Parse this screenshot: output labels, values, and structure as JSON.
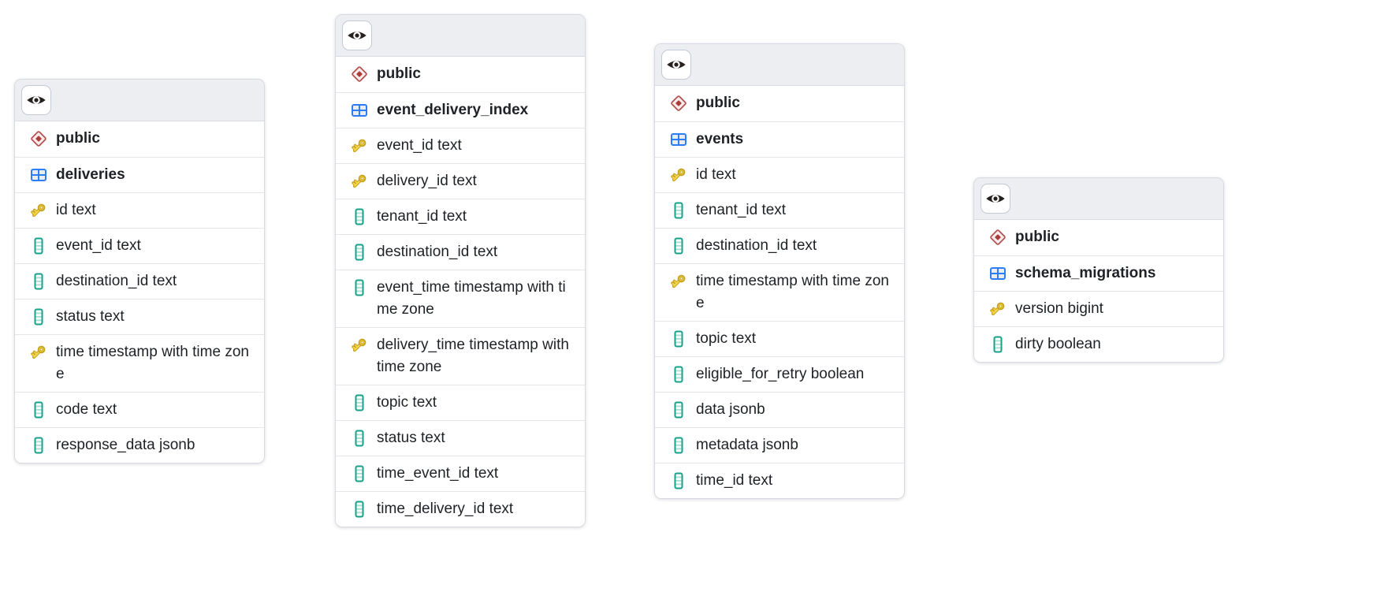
{
  "colors": {
    "header_bg": "#edeef2",
    "card_border": "#d7dae0",
    "row_divider": "#e4e5e9",
    "text": "#1e2126",
    "eye_icon": "#26211f",
    "schema_icon_stroke": "#b35352",
    "schema_icon_fill": "#f8ecec",
    "schema_icon_core": "#ac3b39",
    "table_icon_stroke": "#2e7cf6",
    "table_icon_fill": "#e9ecf1",
    "key_icon_fill": "#f6d84a",
    "key_icon_stroke": "#c7a322",
    "column_icon_stroke": "#17a189",
    "column_icon_stripe": "#a5ddd0"
  },
  "tables": [
    {
      "name": "deliveries",
      "rows": [
        {
          "type": "schema",
          "icon": "schema-diamond-icon",
          "label": "public"
        },
        {
          "type": "table",
          "icon": "table-grid-icon",
          "label": "deliveries"
        },
        {
          "type": "column",
          "icon": "primary-key-icon",
          "label": "id text"
        },
        {
          "type": "column",
          "icon": "column-icon",
          "label": "event_id text"
        },
        {
          "type": "column",
          "icon": "column-icon",
          "label": "destination_id text"
        },
        {
          "type": "column",
          "icon": "column-icon",
          "label": "status text"
        },
        {
          "type": "column",
          "icon": "primary-key-icon",
          "label": "time timestamp with time zone"
        },
        {
          "type": "column",
          "icon": "column-icon",
          "label": "code text"
        },
        {
          "type": "column",
          "icon": "column-icon",
          "label": "response_data jsonb"
        }
      ]
    },
    {
      "name": "event_delivery_index",
      "rows": [
        {
          "type": "schema",
          "icon": "schema-diamond-icon",
          "label": "public"
        },
        {
          "type": "table",
          "icon": "table-grid-icon",
          "label": "event_delivery_index"
        },
        {
          "type": "column",
          "icon": "primary-key-icon",
          "label": "event_id text"
        },
        {
          "type": "column",
          "icon": "primary-key-icon",
          "label": "delivery_id text"
        },
        {
          "type": "column",
          "icon": "column-icon",
          "label": "tenant_id text"
        },
        {
          "type": "column",
          "icon": "column-icon",
          "label": "destination_id text"
        },
        {
          "type": "column",
          "icon": "column-icon",
          "label": "event_time timestamp with time zone"
        },
        {
          "type": "column",
          "icon": "primary-key-icon",
          "label": "delivery_time timestamp with time zone"
        },
        {
          "type": "column",
          "icon": "column-icon",
          "label": "topic text"
        },
        {
          "type": "column",
          "icon": "column-icon",
          "label": "status text"
        },
        {
          "type": "column",
          "icon": "column-icon",
          "label": "time_event_id text"
        },
        {
          "type": "column",
          "icon": "column-icon",
          "label": "time_delivery_id text"
        }
      ]
    },
    {
      "name": "events",
      "rows": [
        {
          "type": "schema",
          "icon": "schema-diamond-icon",
          "label": "public"
        },
        {
          "type": "table",
          "icon": "table-grid-icon",
          "label": "events"
        },
        {
          "type": "column",
          "icon": "primary-key-icon",
          "label": "id text"
        },
        {
          "type": "column",
          "icon": "column-icon",
          "label": "tenant_id text"
        },
        {
          "type": "column",
          "icon": "column-icon",
          "label": "destination_id text"
        },
        {
          "type": "column",
          "icon": "primary-key-icon",
          "label": "time timestamp with time zone"
        },
        {
          "type": "column",
          "icon": "column-icon",
          "label": "topic text"
        },
        {
          "type": "column",
          "icon": "column-icon",
          "label": "eligible_for_retry boolean"
        },
        {
          "type": "column",
          "icon": "column-icon",
          "label": "data jsonb"
        },
        {
          "type": "column",
          "icon": "column-icon",
          "label": "metadata jsonb"
        },
        {
          "type": "column",
          "icon": "column-icon",
          "label": "time_id text"
        }
      ]
    },
    {
      "name": "schema_migrations",
      "rows": [
        {
          "type": "schema",
          "icon": "schema-diamond-icon",
          "label": "public"
        },
        {
          "type": "table",
          "icon": "table-grid-icon",
          "label": "schema_migrations"
        },
        {
          "type": "column",
          "icon": "primary-key-icon",
          "label": "version bigint"
        },
        {
          "type": "column",
          "icon": "column-icon",
          "label": "dirty boolean"
        }
      ]
    }
  ]
}
